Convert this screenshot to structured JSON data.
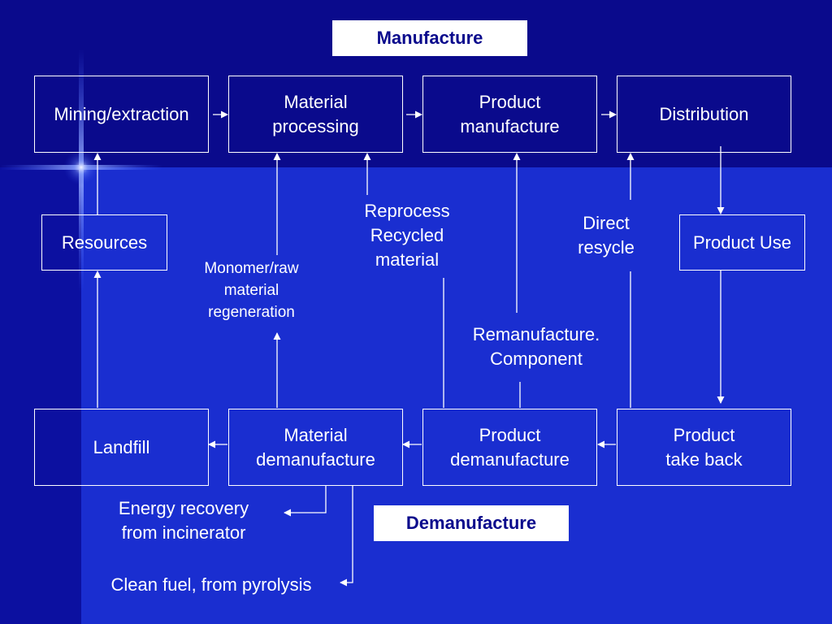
{
  "titles": {
    "manufacture": "Manufacture",
    "demanufacture": "Demanufacture"
  },
  "boxes": {
    "mining": "Mining/extraction",
    "material_processing": "Material\nprocessing",
    "product_manufacture": "Product\nmanufacture",
    "distribution": "Distribution",
    "resources": "Resources",
    "product_use": "Product Use",
    "landfill": "Landfill",
    "material_demanufacture": "Material\ndemanufacture",
    "product_demanufacture": "Product\ndemanufacture",
    "product_take_back": "Product\ntake back"
  },
  "labels": {
    "monomer": "Monomer/raw\nmaterial\nregeneration",
    "reprocess": "Reprocess\nRecycled\nmaterial",
    "direct": "Direct\nresycle",
    "remanufacture": "Remanufacture.\nComponent",
    "energy_recovery": "Energy recovery\nfrom incinerator",
    "clean_fuel": "Clean fuel, from pyrolysis"
  },
  "colors": {
    "background": "#0a0a8c",
    "band": "#1a2ed0",
    "line": "#ffffff"
  }
}
